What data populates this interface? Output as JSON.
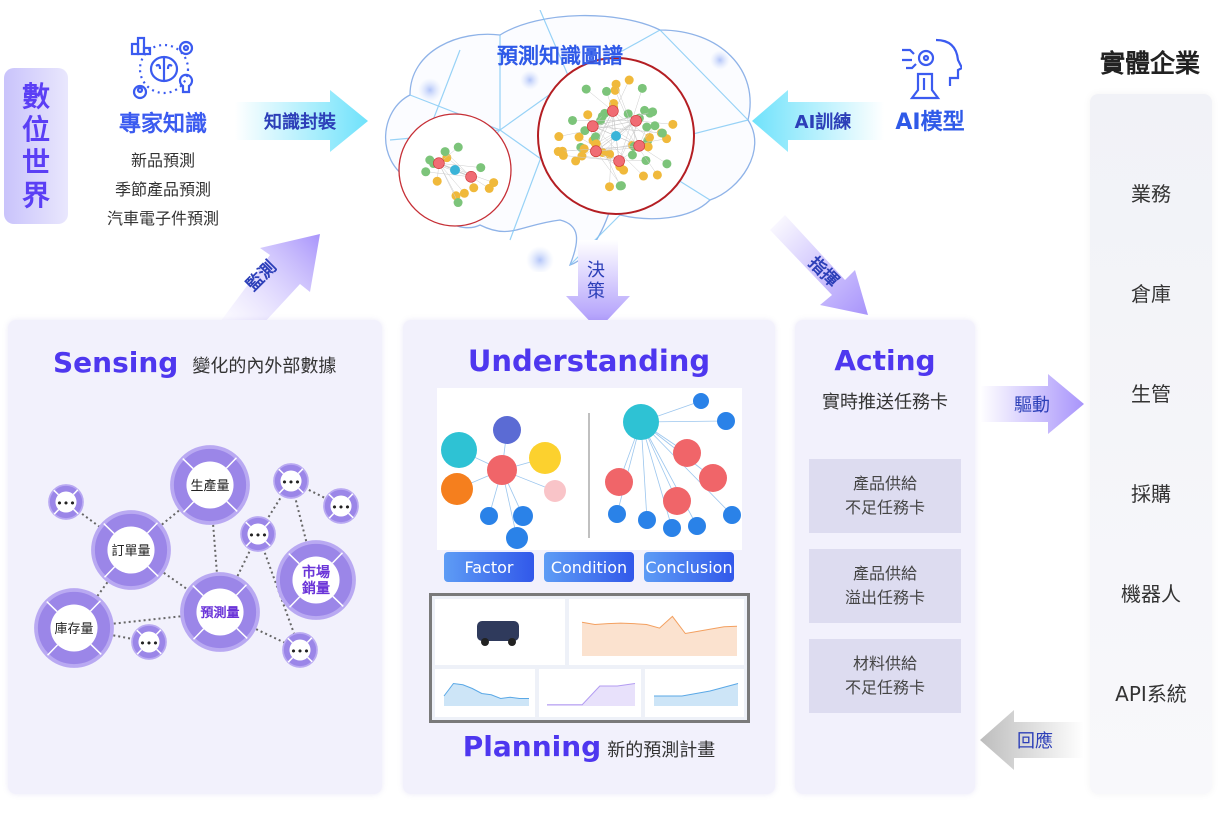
{
  "digital_world": {
    "label_chars": [
      "數",
      "位",
      "世",
      "界"
    ]
  },
  "expert": {
    "icon": "expert-brain-icon",
    "title": "專家知識",
    "items": [
      "新品預測",
      "季節產品預測",
      "汽車電子件預測"
    ]
  },
  "arrows": {
    "knowledge_packaging": "知識封裝",
    "ai_training": "AI訓練",
    "monitor_chars": [
      "監",
      "測"
    ],
    "decision_chars": [
      "決",
      "策"
    ],
    "command_chars": [
      "指",
      "揮"
    ],
    "drive": "驅動",
    "response": "回應"
  },
  "knowledge_graph": {
    "title": "預測知識圖譜"
  },
  "ai_model": {
    "icon": "ai-head-icon",
    "title": "AI模型"
  },
  "enterprise": {
    "title": "實體企業",
    "items": [
      "業務",
      "倉庫",
      "生管",
      "採購",
      "機器人",
      "API系統"
    ]
  },
  "sensing": {
    "title": "Sensing",
    "subtitle": "變化的內外部數據",
    "cycle_labels": [
      "Sensing",
      "Understanding",
      "Acting",
      "Planning"
    ],
    "nodes": [
      "生產量",
      "訂單量",
      "庫存量",
      "預測量",
      "市場銷量"
    ],
    "ellipsis": "•••"
  },
  "understanding": {
    "title": "Understanding",
    "buttons": [
      "Factor",
      "Condition",
      "Conclusion"
    ]
  },
  "planning": {
    "title": "Planning",
    "subtitle": "新的預測計畫"
  },
  "acting": {
    "title": "Acting",
    "subtitle": "實時推送任務卡",
    "tasks": [
      {
        "line1": "產品供給",
        "line2": "不足任務卡"
      },
      {
        "line1": "產品供給",
        "line2": "溢出任務卡"
      },
      {
        "line1": "材料供給",
        "line2": "不足任務卡"
      }
    ]
  },
  "colors": {
    "accent": "#4e37ef",
    "blue": "#2f5ae8",
    "arrow_purple": "#b4a4fb",
    "arrow_cyan": "#7be6fb"
  }
}
